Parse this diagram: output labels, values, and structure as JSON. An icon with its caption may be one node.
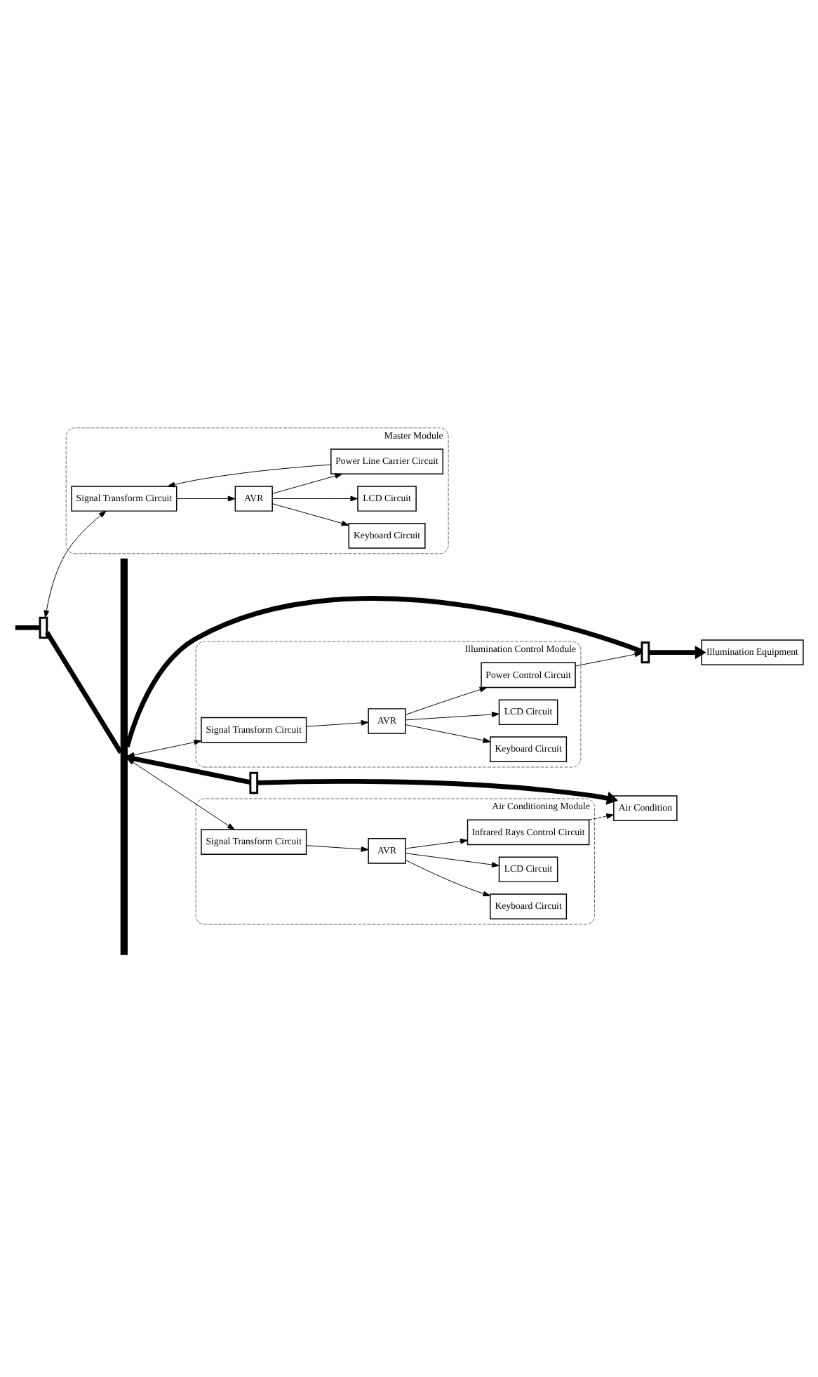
{
  "diagram": {
    "nodes": [
      {
        "text": [
          "Master Module"
        ]
      },
      {
        "text": [
          "Keyboard Circuit"
        ],
        "in": 0
      },
      {
        "text": [
          "Signal Transform Circuit"
        ],
        "in": 0
      },
      {
        "text": [
          "AVR"
        ],
        "in": 0
      },
      {
        "text": [
          "LCD Circuit"
        ],
        "in": 0
      },
      {
        "text": [
          "Power Line Carrier Circuit"
        ],
        "in": 0
      },
      {
        "text": [
          "Air Conditioning Module"
        ]
      },
      {
        "text": [
          "Keyboard Circuit"
        ],
        "in": 6
      },
      {
        "text": [
          "Signal Transform Circuit"
        ],
        "in": 6
      },
      {
        "text": [
          "AVR"
        ],
        "in": 6
      },
      {
        "text": [
          "LCD Circuit"
        ],
        "in": 6
      },
      {
        "text": [
          "Infrared Rays Control Circuit"
        ],
        "in": 6
      },
      {
        "text": [
          "Illumination Control Module"
        ]
      },
      {
        "text": [
          "Keyboard Circuit"
        ],
        "in": 12
      },
      {
        "text": [
          "Signal Transform Circuit"
        ],
        "in": 12
      },
      {
        "text": [
          "AVR"
        ],
        "in": 12
      },
      {
        "text": [
          "LCD Circuit"
        ],
        "in": 12
      },
      {
        "text": [
          "Power Control Circuit"
        ],
        "in": 12
      },
      {
        "text": [
          "Air Condition"
        ]
      },
      {
        "text": [
          "Illumination Equipment"
        ]
      },
      {
        "text": [],
        "shape": "bar"
      },
      {
        "text": [],
        "shape": "box"
      },
      {
        "text": [],
        "shape": "box"
      },
      {
        "text": [],
        "shape": "box"
      }
    ],
    "edges": [
      {
        "from": 21,
        "to": 2,
        "arrow": "both"
      },
      {
        "from": 2,
        "to": 3,
        "arrow": "to"
      },
      {
        "from": 3,
        "to": 1,
        "arrow": "to"
      },
      {
        "from": 3,
        "to": 4,
        "arrow": "to"
      },
      {
        "from": 3,
        "to": 5,
        "arrow": "to"
      },
      {
        "from": 5,
        "to": 2,
        "arrow": "to"
      },
      {
        "from": null,
        "to": 21,
        "arrow": "none",
        "style": "thick"
      },
      {
        "from": 21,
        "to": 20,
        "arrow": "none",
        "style": "thick"
      },
      {
        "from": 20,
        "to": 8,
        "arrow": "both"
      },
      {
        "from": 8,
        "to": 9,
        "arrow": "to"
      },
      {
        "from": 9,
        "to": 7,
        "arrow": "to"
      },
      {
        "from": 9,
        "to": 10,
        "arrow": "to"
      },
      {
        "from": 9,
        "to": 11,
        "arrow": "to"
      },
      {
        "from": 11,
        "to": 18,
        "arrow": "to",
        "style": "dashed"
      },
      {
        "from": 20,
        "to": 22,
        "arrow": "none",
        "style": "thick"
      },
      {
        "from": 22,
        "to": 18,
        "arrow": "to",
        "style": "thick"
      },
      {
        "from": 20,
        "to": 14,
        "arrow": "both"
      },
      {
        "from": 14,
        "to": 15,
        "arrow": "to"
      },
      {
        "from": 15,
        "to": 13,
        "arrow": "to"
      },
      {
        "from": 15,
        "to": 16,
        "arrow": "to"
      },
      {
        "from": 15,
        "to": 17,
        "arrow": "to"
      },
      {
        "from": 17,
        "to": 23,
        "arrow": "to"
      },
      {
        "from": 20,
        "to": 23,
        "arrow": "none",
        "style": "thick"
      },
      {
        "from": 23,
        "to": 19,
        "arrow": "to",
        "style": "thick"
      }
    ]
  }
}
